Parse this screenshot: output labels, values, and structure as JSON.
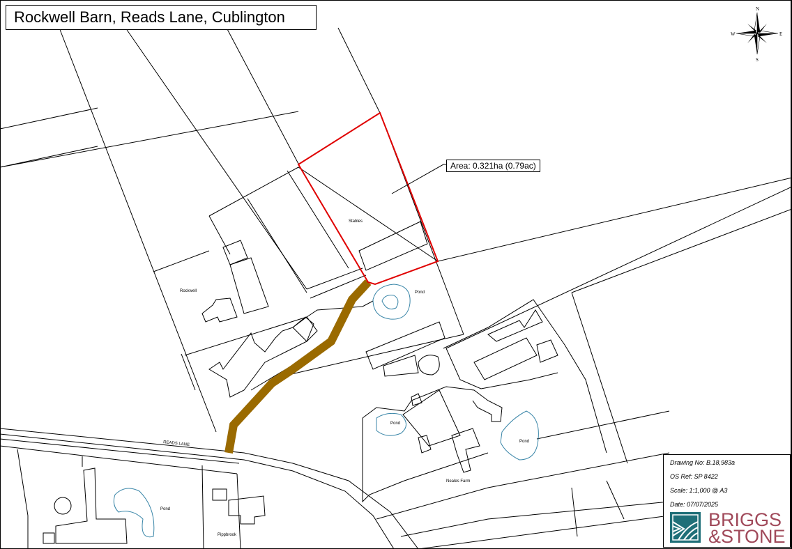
{
  "title": "Rockwell Barn, Reads Lane, Cublington",
  "area_label": "Area: 0.321ha (0.79ac)",
  "compass": {
    "n": "N",
    "s": "S",
    "e": "E",
    "w": "W"
  },
  "map_labels": {
    "stables": "Stables",
    "rockwell": "Rockwell",
    "pond_1": "Pond",
    "pond_2": "Pond",
    "pond_3": "Pond",
    "pond_4": "Pond",
    "reads_lane": "READS LANE",
    "neales_farm": "Neales Farm",
    "pippbrook": "Pippbrook"
  },
  "info": {
    "drawing_no": "Drawing No:  B.18,983a",
    "os_ref": "OS Ref:  SP 8422",
    "scale": "Scale:  1:1,000    @ A3",
    "date": "Date:  07/07/2025"
  },
  "logo": {
    "line1": "BRIGGS",
    "line2": "&STONE",
    "brand_color": "#a0495a",
    "mark_color": "#1f6f78"
  },
  "colors": {
    "site_boundary": "#e00000",
    "access_route": "#9a6a00",
    "pond": "#3a86a8"
  }
}
